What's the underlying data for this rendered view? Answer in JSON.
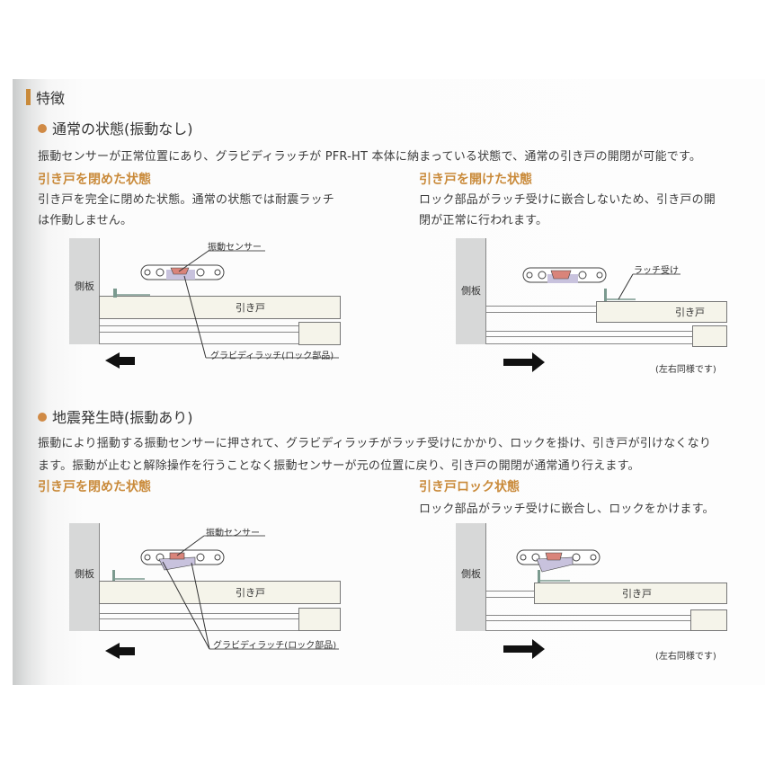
{
  "header": {
    "title": "特徴"
  },
  "normal": {
    "heading": "通常の状態(振動なし)",
    "description": "振動センサーが正常位置にあり、グラビディラッチが PFR-HT 本体に納まっている状態で、通常の引き戸の開閉が可能です。",
    "closed": {
      "heading": "引き戸を閉めた状態",
      "text_line1": "引き戸を完全に閉めた状態。通常の状態では耐震ラッチ",
      "text_line2": "は作動しません。",
      "labels": {
        "side_board": "側板",
        "sensor": "振動センサー",
        "door": "引き戸",
        "latch": "グラビディラッチ(ロック部品)"
      },
      "arrow_direction": "left"
    },
    "open": {
      "heading": "引き戸を開けた状態",
      "text_line1": "ロック部品がラッチ受けに嵌合しないため、引き戸の開",
      "text_line2": "閉が正常に行われます。",
      "labels": {
        "side_board": "側板",
        "latch_receiver": "ラッチ受け",
        "door": "引き戸",
        "note": "(左右同様です)"
      },
      "arrow_direction": "right"
    }
  },
  "earthquake": {
    "heading": "地震発生時(振動あり)",
    "description_line1": "振動により揺動する振動センサーに押されて、グラビディラッチがラッチ受けにかかり、ロックを掛け、引き戸が引けなくなり",
    "description_line2": "ます。振動が止むと解除操作を行うことなく振動センサーが元の位置に戻り、引き戸の開閉が通常通り行えます。",
    "closed": {
      "heading": "引き戸を閉めた状態",
      "labels": {
        "side_board": "側板",
        "sensor": "振動センサー",
        "door": "引き戸",
        "latch": "グラビディラッチ(ロック部品)"
      },
      "arrow_direction": "left"
    },
    "locked": {
      "heading": "引き戸ロック状態",
      "text_line1": "ロック部品がラッチ受けに嵌合し、ロックをかけます。",
      "labels": {
        "side_board": "側板",
        "door": "引き戸",
        "note": "(左右同様です)"
      },
      "arrow_direction": "right"
    }
  },
  "colors": {
    "accent": "#c98a3a",
    "side_board": "#d7d8d8",
    "door_fill": "#f5f4ea",
    "sensor_red": "#d9847a",
    "latch_purple": "#c8c2dd"
  }
}
